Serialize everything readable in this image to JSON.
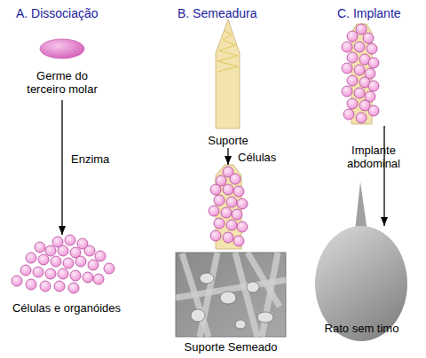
{
  "diagram": {
    "nodes": [
      {
        "text": [
          "A. Dissociação",
          "Germe do terceiro molar"
        ]
      },
      {
        "text": [
          "Células e organóides"
        ]
      },
      {
        "text": [
          "B. Semeadura",
          "Suporte"
        ]
      },
      {
        "text": [
          "Suporte Semeado"
        ]
      },
      {
        "text": [
          "C. Implante"
        ]
      },
      {
        "text": [
          "Rato sem timo"
        ]
      }
    ],
    "edges": [
      {
        "from": 0,
        "to": 1,
        "label": "Enzima",
        "arrow": "to"
      },
      {
        "from": 2,
        "to": 3,
        "label": "Células",
        "arrow": "to"
      },
      {
        "from": 4,
        "to": 5,
        "label": "Implante abdominal",
        "arrow": "to"
      }
    ]
  }
}
